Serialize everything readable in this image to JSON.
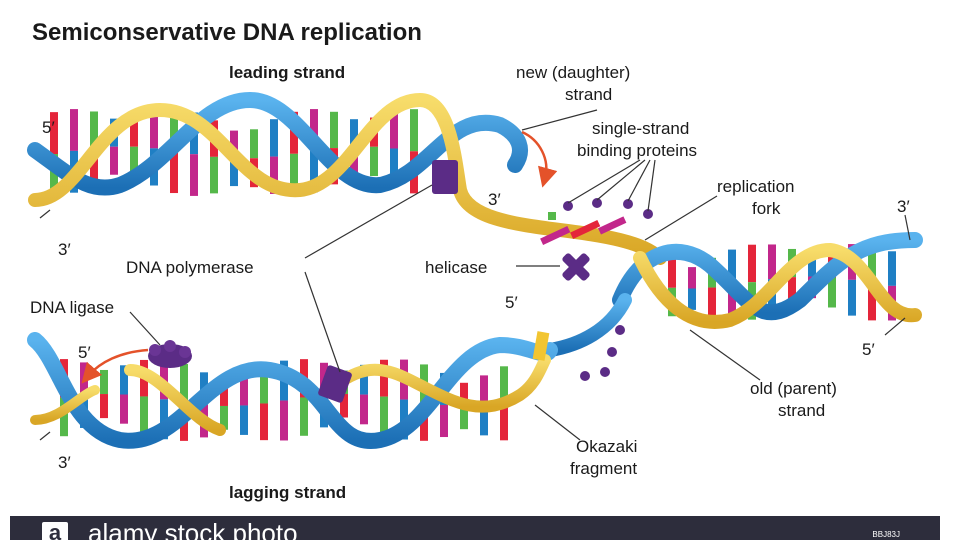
{
  "title": "Semiconservative DNA replication",
  "labels": {
    "leading_strand": "leading strand",
    "lagging_strand": "lagging strand",
    "new_strand_line1": "new (daughter)",
    "new_strand_line2": "strand",
    "ssb_line1": "single-strand",
    "ssb_line2": "binding proteins",
    "fork_line1": "replication",
    "fork_line2": "fork",
    "dna_polymerase": "DNA polymerase",
    "helicase": "helicase",
    "dna_ligase": "DNA ligase",
    "old_strand_line1": "old (parent)",
    "old_strand_line2": "strand",
    "okazaki_line1": "Okazaki",
    "okazaki_line2": "fragment"
  },
  "ends": {
    "leading_left_top": "5′",
    "leading_left_bottom": "3′",
    "leading_new_end": "3′",
    "parent_right_top": "3′",
    "parent_right_bottom": "5′",
    "lagging_fork_end": "5′",
    "lagging_left_top": "5′",
    "lagging_left_bottom": "3′"
  },
  "footer": {
    "logo": "a",
    "text": "alamy stock photo",
    "code": "BBJ83J"
  },
  "colors": {
    "old_strand": "#f2c531",
    "new_strand": "#2a8fd6",
    "base_red": "#e4253a",
    "base_magenta": "#c2278b",
    "base_green": "#55b84a",
    "base_blue": "#1f7fc4",
    "protein": "#5b2c86",
    "arrow": "#e4522a"
  }
}
